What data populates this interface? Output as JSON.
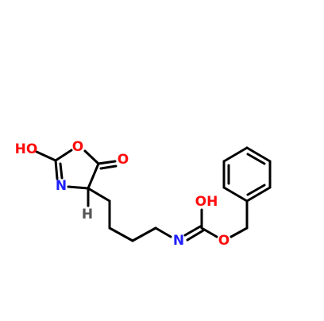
{
  "colors": {
    "background": "#ffffff",
    "bond": "#000000",
    "oxygen": "#ff0d0d",
    "nitrogen": "#1f1fff",
    "hydrogen": "#555555"
  },
  "atoms": {
    "ho_ring": "HO",
    "o_ring": "O",
    "o_carbonyl": "O",
    "n_ring": "N",
    "h_stereo": "H",
    "n_chain": "N",
    "oh_carbamate": "OH",
    "o_ester": "O"
  }
}
